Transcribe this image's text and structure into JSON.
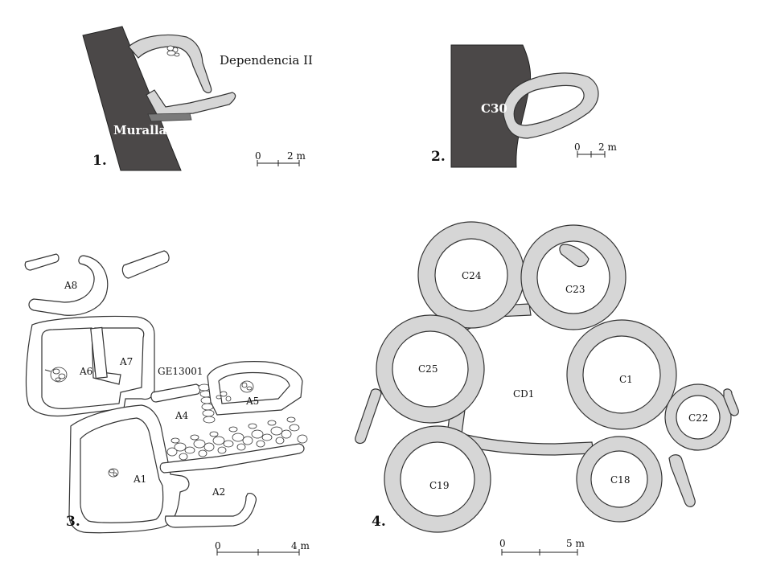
{
  "panels": {
    "p1": {
      "number": "1.",
      "wall_label": "Muralla",
      "room_label": "Dependencia II",
      "scale": {
        "start": "0",
        "end": "2 m"
      }
    },
    "p2": {
      "number": "2.",
      "room_label": "C30",
      "scale": {
        "start": "0",
        "end": "2 m"
      }
    },
    "p3": {
      "number": "3.",
      "labels": {
        "a8": "A8",
        "a6": "A6",
        "a7": "A7",
        "ge": "GE13001",
        "a5": "A5",
        "a4": "A4",
        "a1": "A1",
        "a2": "A2"
      },
      "scale": {
        "start": "0",
        "end": "4 m"
      }
    },
    "p4": {
      "number": "4.",
      "labels": {
        "c24": "C24",
        "c23": "C23",
        "c25": "C25",
        "cd1": "CD1",
        "c1": "C1",
        "c22": "C22",
        "c19": "C19",
        "c18": "C18"
      },
      "scale": {
        "start": "0",
        "end": "5 m"
      }
    }
  },
  "colors": {
    "wall_fill": "#d6d6d6",
    "muralla_fill": "#4b4848",
    "outline": "#333333"
  }
}
